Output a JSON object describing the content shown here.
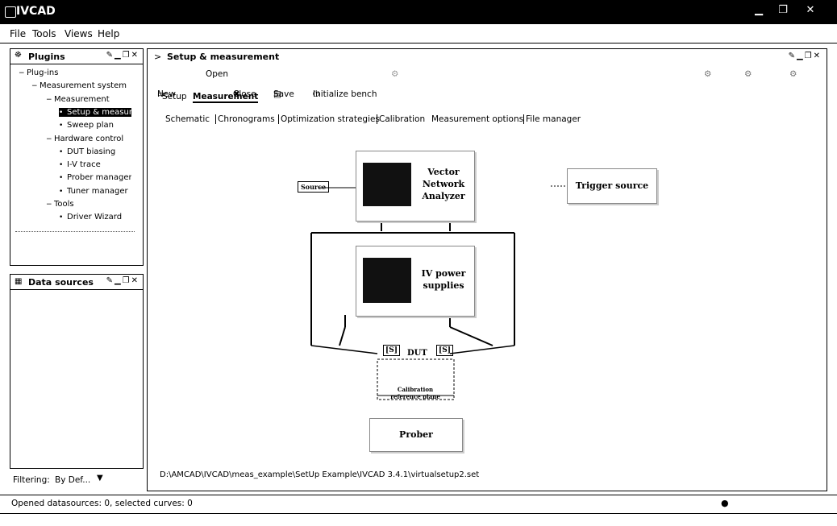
{
  "window": {
    "title": "IVCAD"
  },
  "menu": [
    "File",
    "Tools",
    "Views",
    "Help"
  ],
  "plugins_panel": {
    "title": "Plugins",
    "tree": [
      {
        "label": "Plug-ins",
        "level": 0
      },
      {
        "label": "Measurement system",
        "level": 1
      },
      {
        "label": "Measurement",
        "level": 2
      },
      {
        "label": "Setup & measurement",
        "level": 3,
        "selected": true
      },
      {
        "label": "Sweep plan",
        "level": 3
      },
      {
        "label": "Hardware control",
        "level": 2
      },
      {
        "label": "DUT biasing",
        "level": 3
      },
      {
        "label": "I-V trace",
        "level": 3
      },
      {
        "label": "Prober manager",
        "level": 3
      },
      {
        "label": "Tuner manager",
        "level": 3
      },
      {
        "label": "Tools",
        "level": 2
      },
      {
        "label": "Driver Wizard",
        "level": 3
      }
    ]
  },
  "datasources_panel": {
    "title": "Data sources"
  },
  "filtering": {
    "label": "Filtering:",
    "value": "By Def..."
  },
  "main": {
    "title": "Setup & measurement",
    "toolbar": {
      "new": "New",
      "open": "Open",
      "close": "Close",
      "save": "Save",
      "initialize": "Initialize bench"
    },
    "tabs_top": [
      "Setup",
      "Measurement"
    ],
    "tabs_sub": [
      "Schematic",
      "Chronograms",
      "Optimization strategies",
      "Calibration",
      "Measurement options",
      "File manager"
    ],
    "diagram": {
      "vna": "Vector\nNetwork\nAnalyzer",
      "source": "Source",
      "trigger": "Trigger source",
      "iv": "IV power\nsupplies",
      "dut": "DUT",
      "s_left": "[S]",
      "s_right": "[S]",
      "cal_plane": "Calibration\nreference plane",
      "prober": "Prober"
    },
    "path": "D:\\AMCAD\\IVCAD\\meas_example\\SetUp Example\\IVCAD 3.4.1\\virtualsetup2.set"
  },
  "status": {
    "text": "Opened datasources: 0, selected curves: 0"
  }
}
